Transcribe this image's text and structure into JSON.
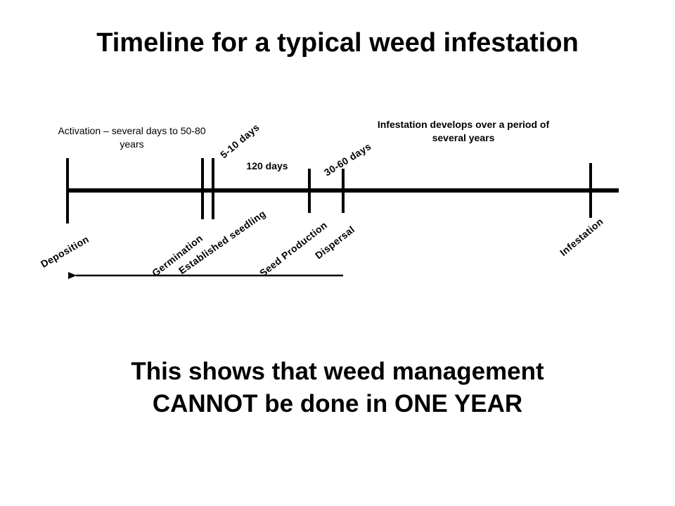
{
  "title": "Timeline for a typical weed infestation",
  "notes": {
    "activation": "Activation – several days to 50-80 years",
    "seed_production_interval": "120 days",
    "infestation_period": "Infestation develops over a period of several years"
  },
  "intervals": {
    "germination_to_seedling": "5-10 days",
    "seed_to_dispersal": "30-60 days"
  },
  "stages": [
    "Deposition",
    "Germination",
    "Established seedling",
    "Seed Production",
    "Dispersal",
    "Infestation"
  ],
  "conclusion": {
    "line1": "This shows that weed management",
    "line2": "CANNOT be done in ONE YEAR"
  }
}
